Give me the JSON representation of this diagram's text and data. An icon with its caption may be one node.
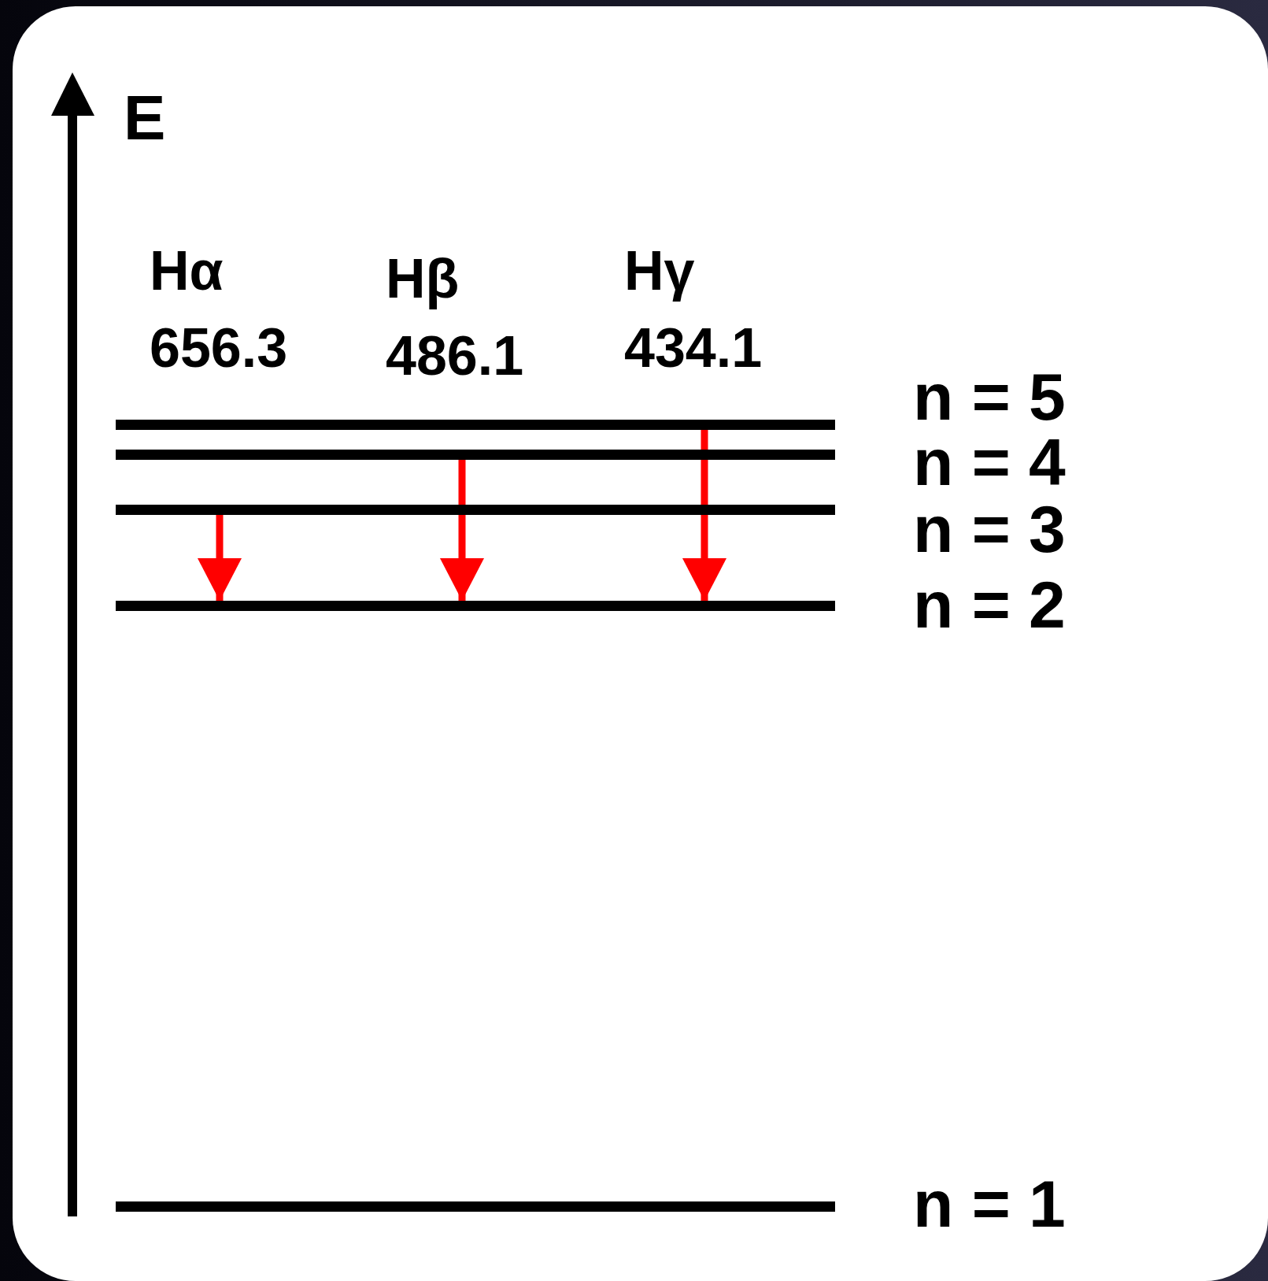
{
  "diagram": {
    "nodes": [
      {
        "text": [],
        "shape": "bar",
        "beside": [
          "n = 5"
        ]
      },
      {
        "text": [],
        "shape": "bar",
        "beside": [
          "n = 4"
        ]
      },
      {
        "text": [],
        "shape": "bar",
        "beside": [
          "n = 3"
        ]
      },
      {
        "text": [],
        "shape": "bar",
        "beside": [
          "n = 2"
        ]
      },
      {
        "text": [],
        "shape": "bar",
        "beside": [
          "n = 1"
        ]
      }
    ],
    "edges": [
      {
        "from": 2,
        "to": 3,
        "arrow": "to",
        "label": "Hα 656.3"
      },
      {
        "from": 1,
        "to": 3,
        "arrow": "to",
        "label": "Hβ 486.1"
      },
      {
        "from": 0,
        "to": 3,
        "arrow": "to",
        "label": "Hγ 434.1"
      }
    ],
    "labels": [
      "E"
    ]
  }
}
